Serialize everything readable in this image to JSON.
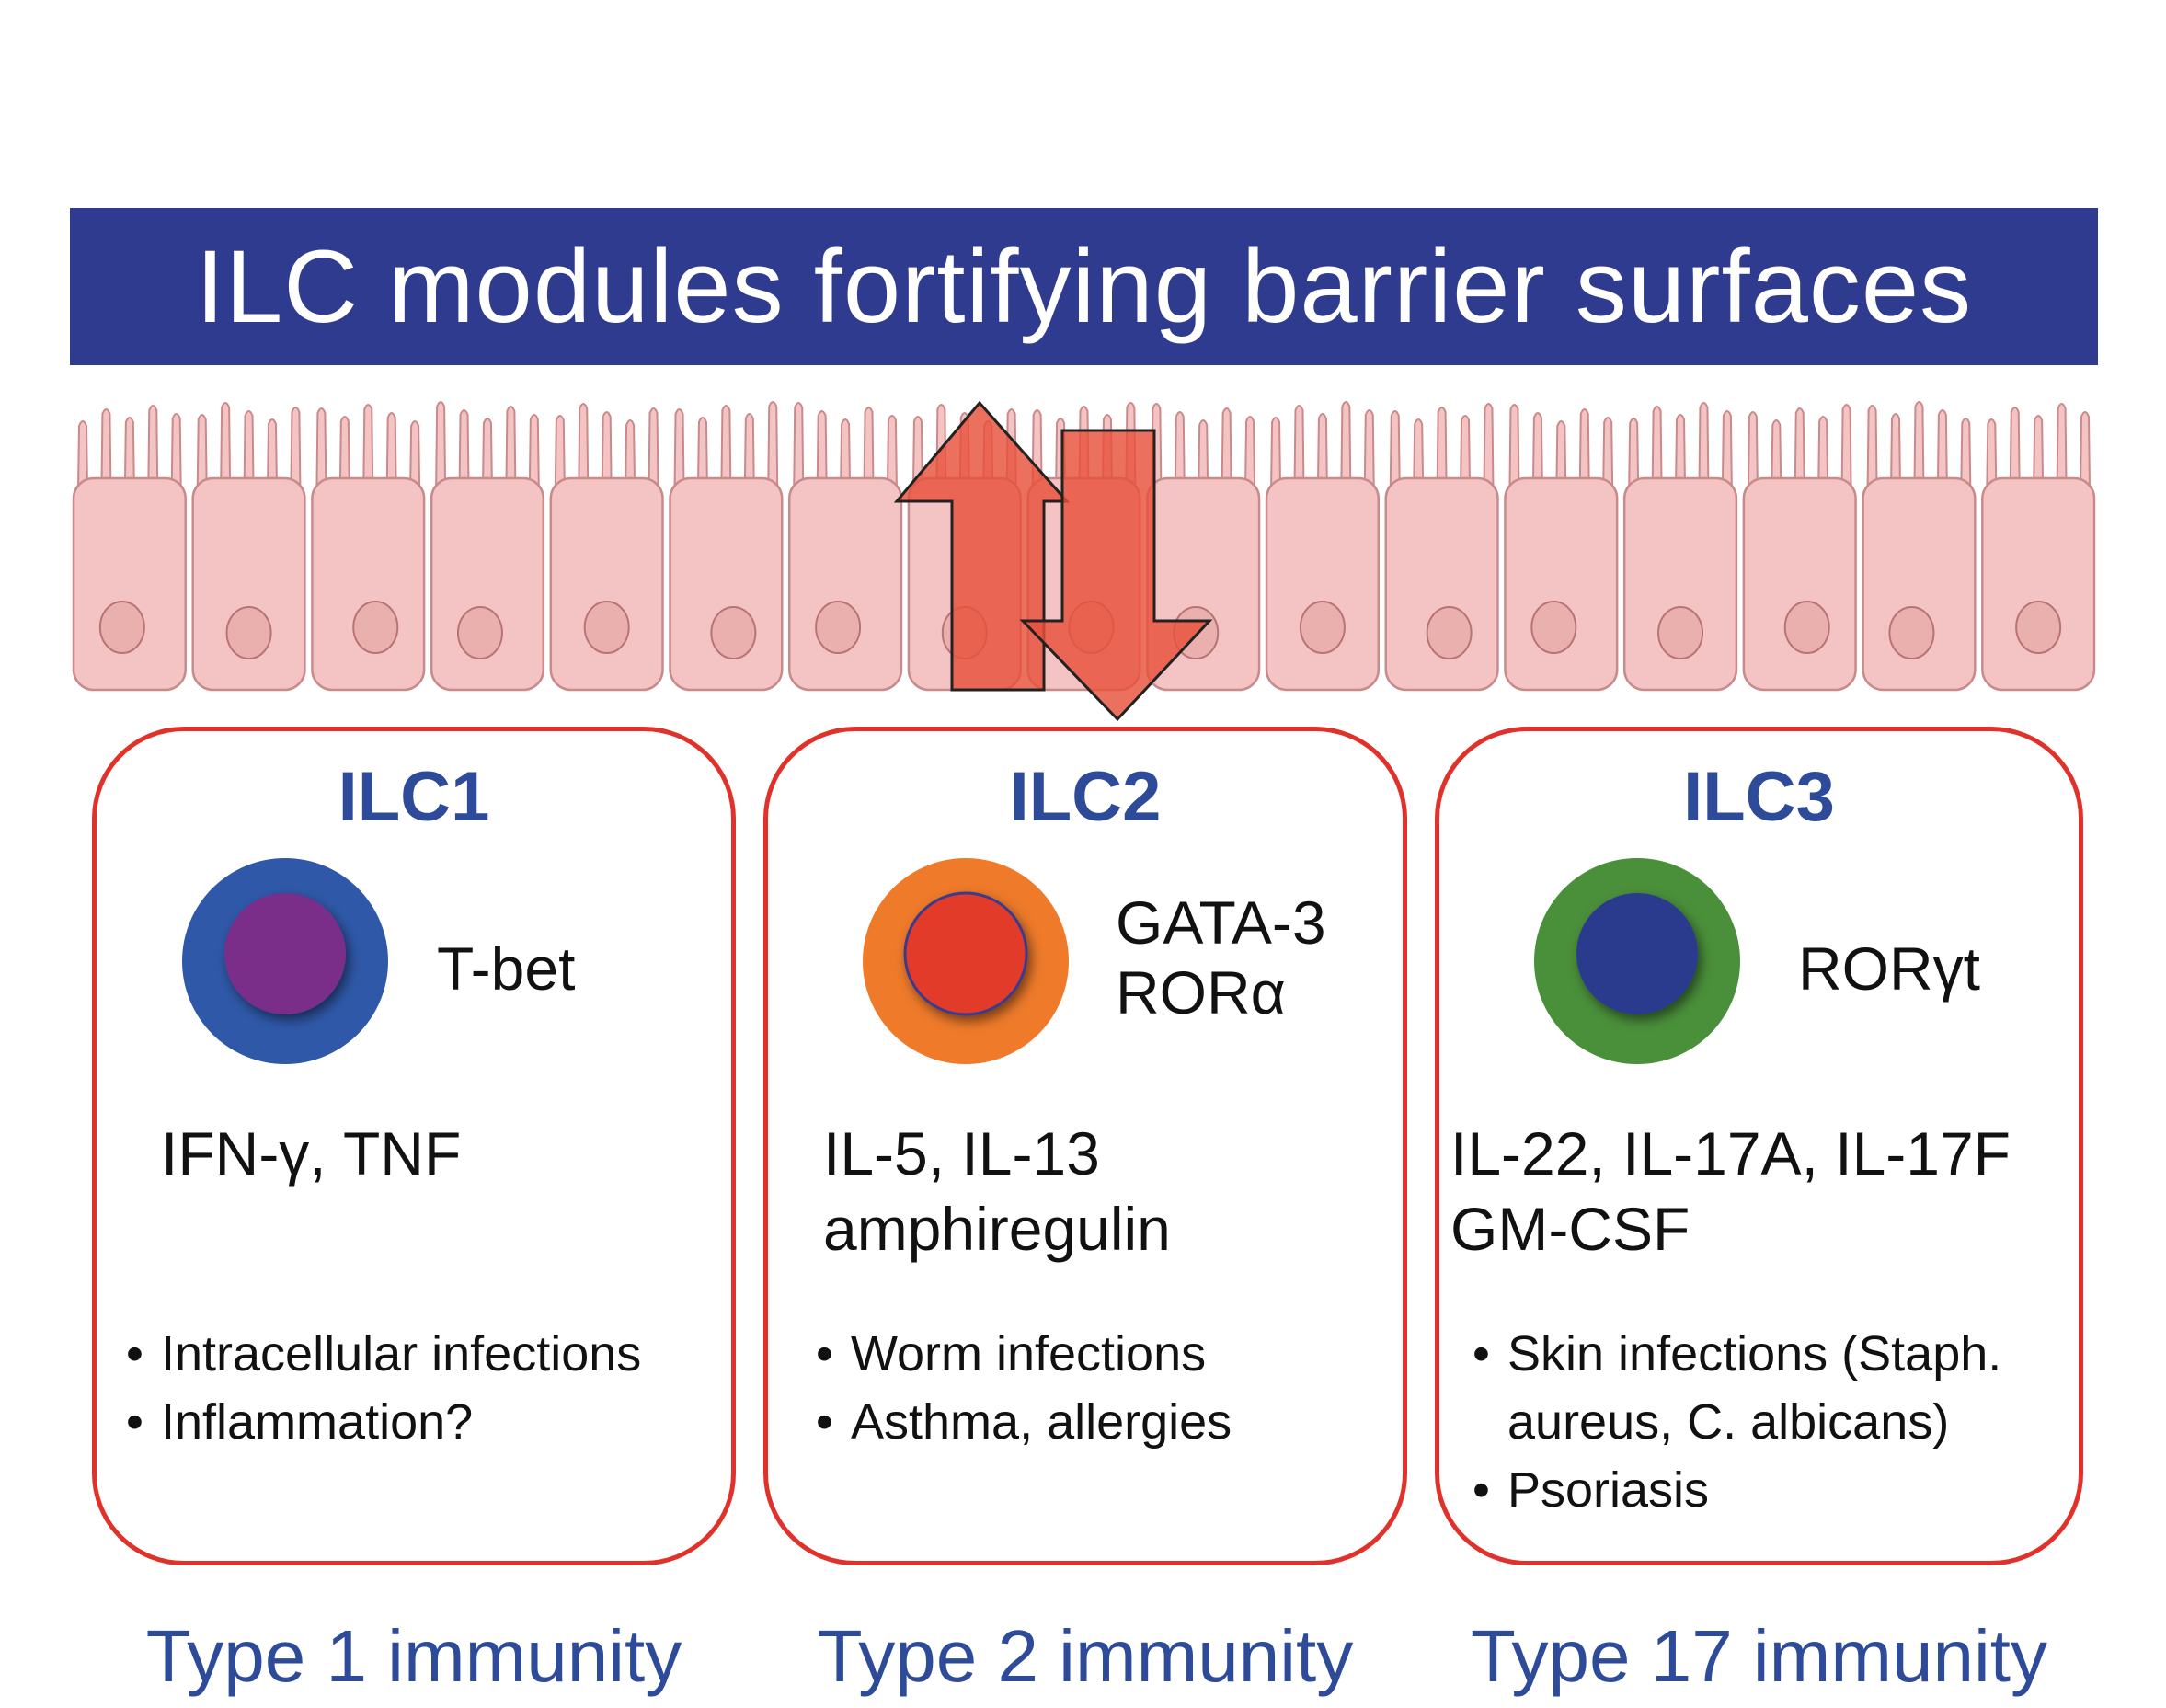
{
  "banner": {
    "title": "ILC modules fortifying barrier surfaces"
  },
  "colors": {
    "banner_bg": "#2f3b8f",
    "title_blue": "#2e4b9a",
    "panel_border": "#e0322b",
    "epithelium_fill": "#f4c3c3",
    "arrow_fill": "#e8503a"
  },
  "modules": [
    {
      "title": "ILC1",
      "transcription_factors": [
        "T-bet"
      ],
      "cytokines": [
        "IFN-γ, TNF"
      ],
      "functions": [
        "Intracellular infections",
        "Inflammation?"
      ],
      "immunity": "Type 1 immunity",
      "cell_outer_color": "#2f58a8",
      "cell_inner_color": "#7a2f8a"
    },
    {
      "title": "ILC2",
      "transcription_factors": [
        "GATA-3",
        "RORα"
      ],
      "cytokines": [
        "IL-5, IL-13",
        "amphiregulin"
      ],
      "functions": [
        "Worm infections",
        "Asthma, allergies"
      ],
      "immunity": "Type 2 immunity",
      "cell_outer_color": "#ee7a2a",
      "cell_inner_color": "#e23a2b"
    },
    {
      "title": "ILC3",
      "transcription_factors": [
        "RORγt"
      ],
      "cytokines": [
        "IL-22, IL-17A, IL-17F",
        "GM-CSF"
      ],
      "functions": [
        "Skin infections (Staph.",
        "aureus, C. albicans)",
        "Psoriasis"
      ],
      "immunity": "Type 17 immunity",
      "cell_outer_color": "#4a8f3a",
      "cell_inner_color": "#2c3a8e"
    }
  ]
}
